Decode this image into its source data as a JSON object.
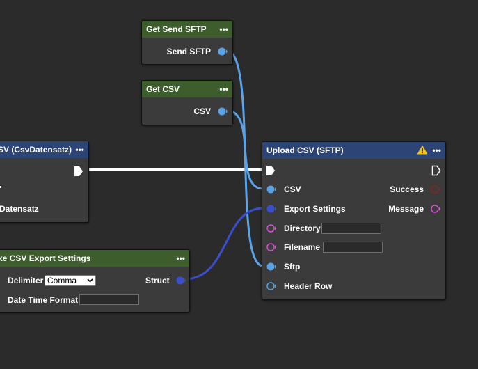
{
  "nodes": {
    "get_send_sftp": {
      "title": "Get Send SFTP",
      "out_label": "Send SFTP"
    },
    "get_csv": {
      "title": "Get CSV",
      "out_label": "CSV"
    },
    "csv_node": {
      "title": "SV (CsvDatensatz)",
      "row_label": "Datensatz"
    },
    "make_export": {
      "title": "ke CSV Export Settings",
      "delimiter_label": "Delimiter",
      "delimiter_value": "Comma",
      "date_time_label": "Date Time Format",
      "struct_label": "Struct"
    },
    "upload": {
      "title": "Upload CSV (SFTP)",
      "inputs": [
        "CSV",
        "Export Settings",
        "Directory",
        "Filename",
        "Sftp",
        "Header Row"
      ],
      "outputs": [
        "Success",
        "Message"
      ]
    }
  },
  "colors": {
    "background": "#2b2b2b",
    "node_body": "#3b3b3b",
    "header_green": "#3d5d2c",
    "header_blue": "#2c4476",
    "pin_light_blue": "#5ba3e8",
    "pin_dark_blue": "#3a4fcf",
    "pin_magenta": "#d94fd3",
    "pin_red": "#8a2323",
    "exec_white": "#ffffff",
    "warning_yellow": "#f0c419"
  },
  "icons": [
    "menu-dots-icon",
    "exec-pin-icon",
    "data-pin-icon",
    "warning-icon",
    "chevron-down-icon"
  ]
}
